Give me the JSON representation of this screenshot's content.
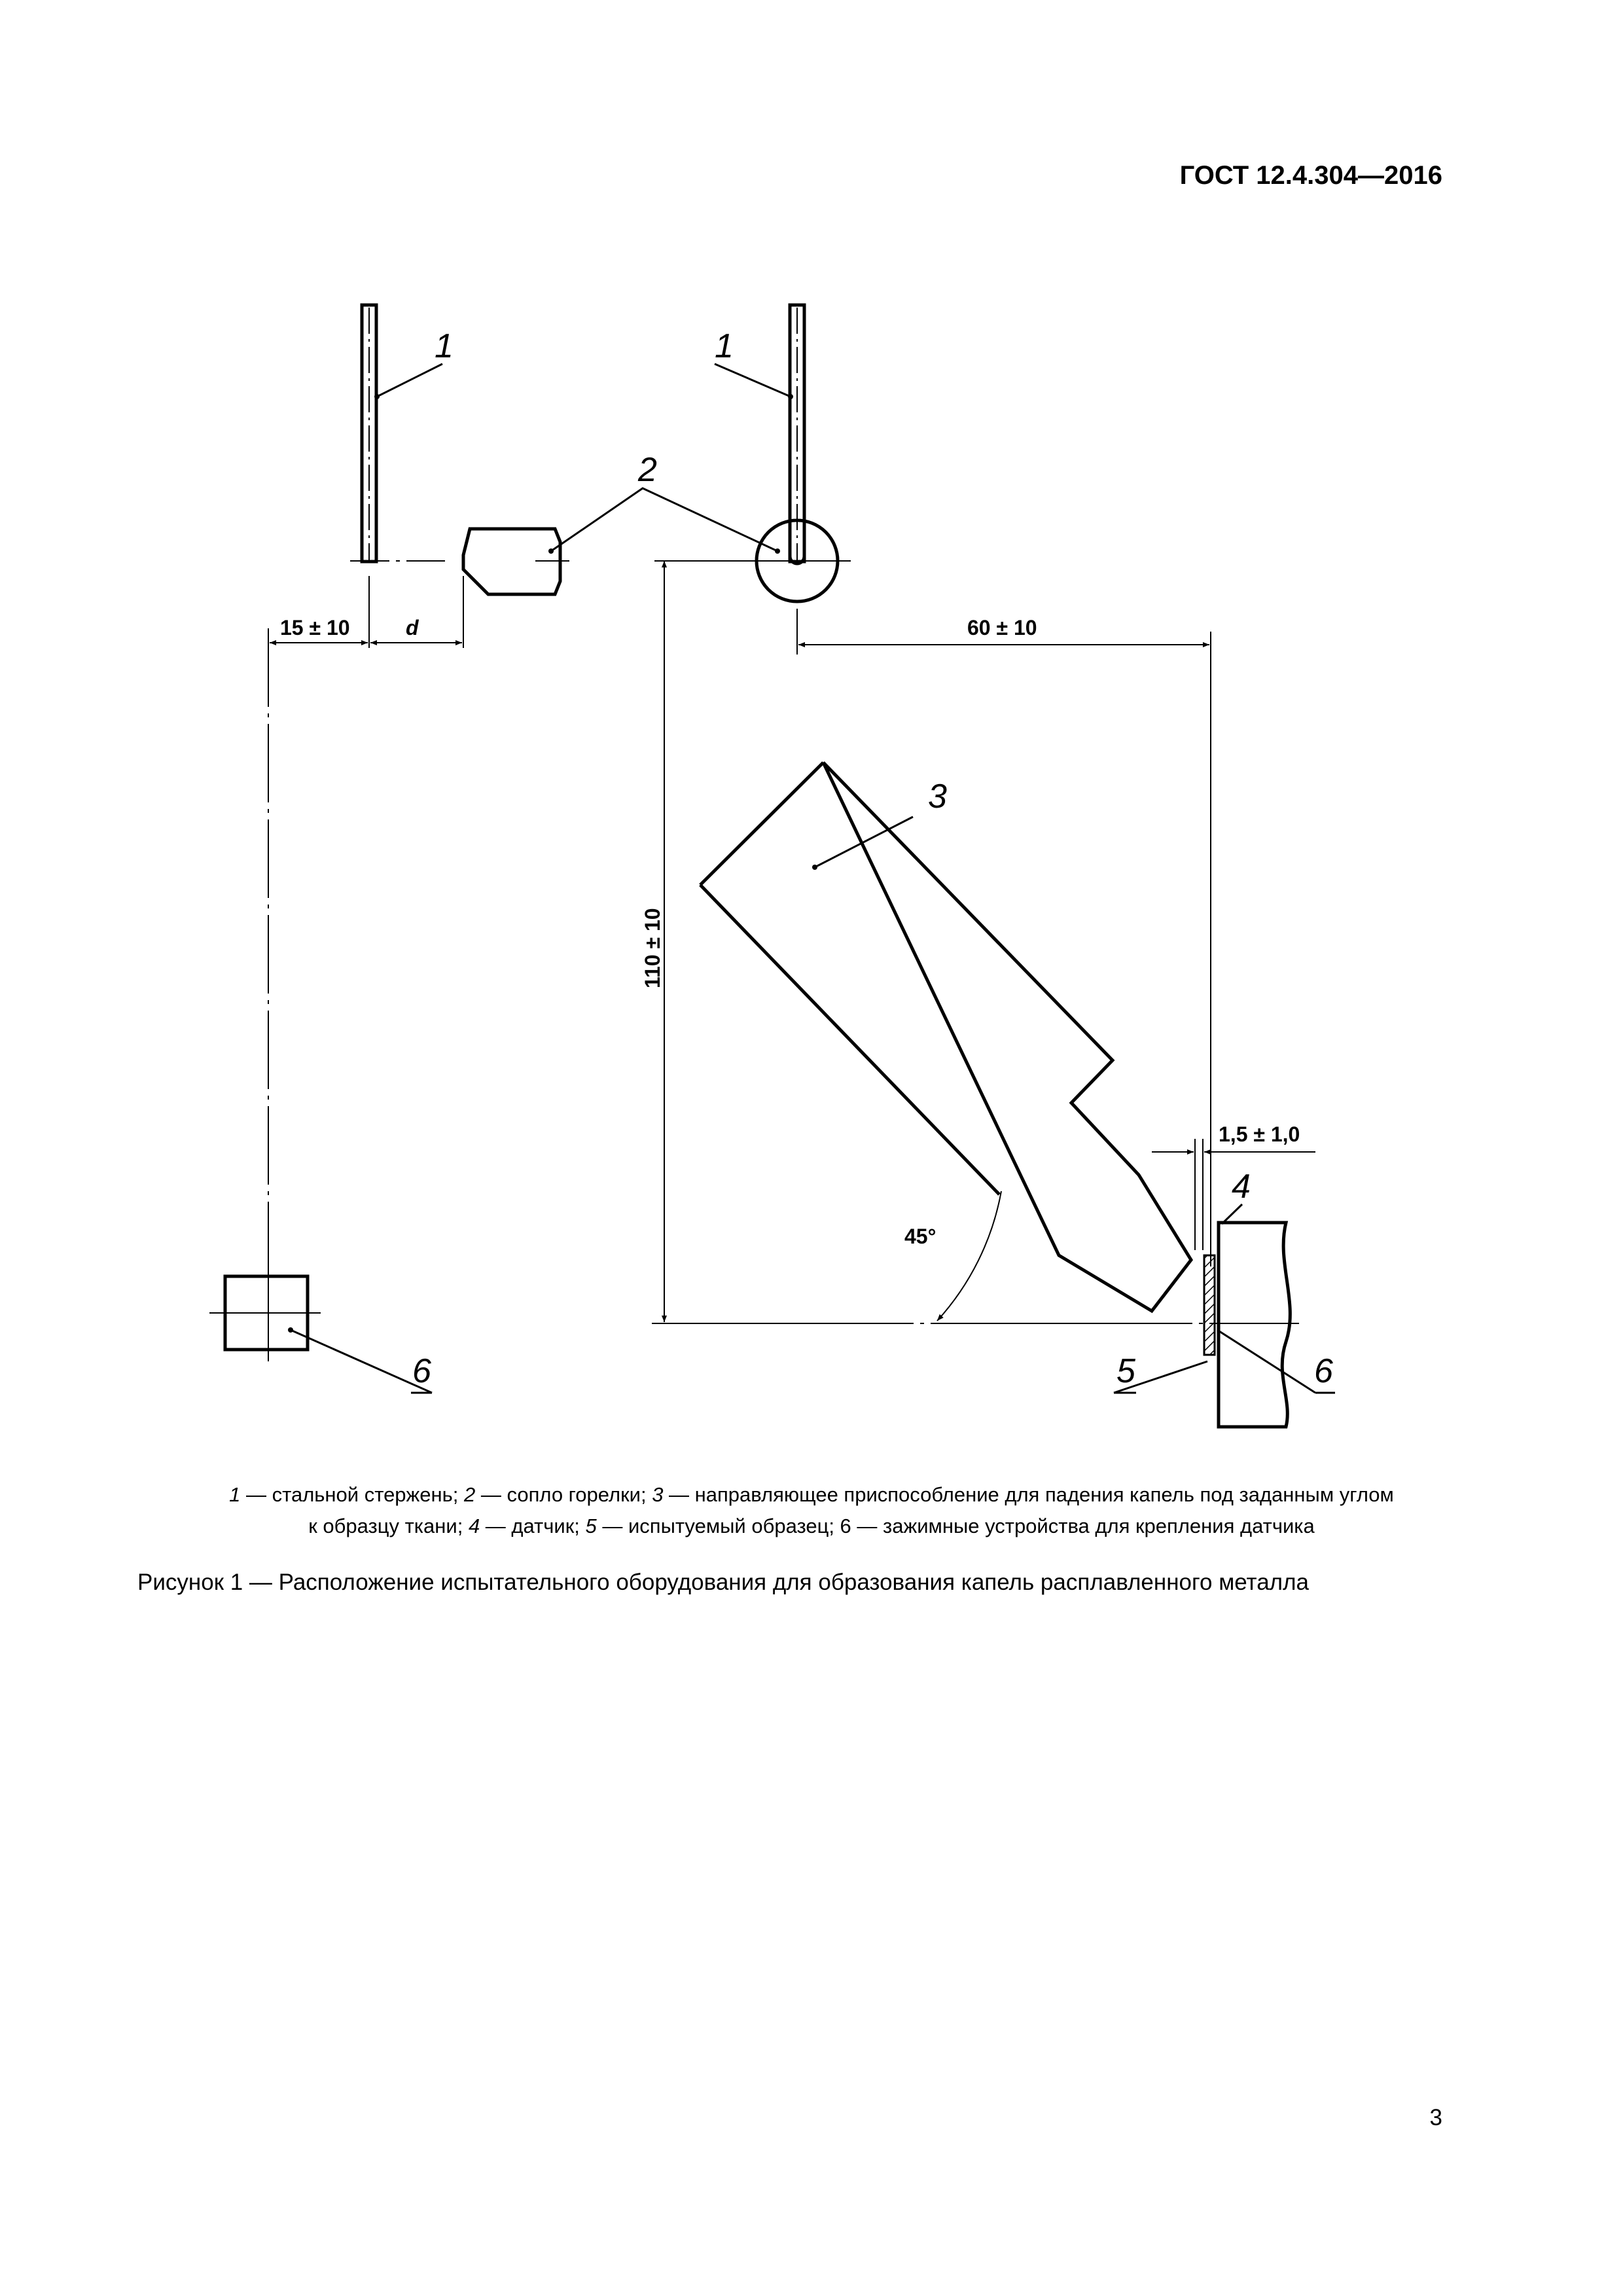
{
  "header": {
    "standard": "ГОСТ 12.4.304—2016"
  },
  "figure": {
    "labels": {
      "rod_left": "1",
      "rod_right": "1",
      "nozzle": "2",
      "guide": "3",
      "sensor": "4",
      "sample": "5",
      "clamp_left": "6",
      "clamp_right": "6"
    },
    "dimensions": {
      "left_offset": "15 ± 10",
      "nozzle_gap": "d",
      "horizontal": "60 ± 10",
      "vertical": "110 ± 10",
      "sample_gap": "1,5 ± 1,0",
      "angle": "45°"
    }
  },
  "legend": {
    "line1": [
      {
        "num": "1",
        "text": " — стальной стержень; "
      },
      {
        "num": "2",
        "text": " — сопло горелки; "
      },
      {
        "num": "3",
        "text": " — направляющее приспособление для падения капель под заданным углом"
      }
    ],
    "line2": [
      {
        "num": "",
        "text": "к образцу ткани; "
      },
      {
        "num": "4",
        "text": " — датчик; "
      },
      {
        "num": "5",
        "text": " — испытуемый образец; 6 — зажимные устройства для крепления датчика"
      }
    ]
  },
  "figure_title": "Рисунок  1 — Расположение испытательного оборудования для образования капель расплавленного металла",
  "page_number": "3"
}
